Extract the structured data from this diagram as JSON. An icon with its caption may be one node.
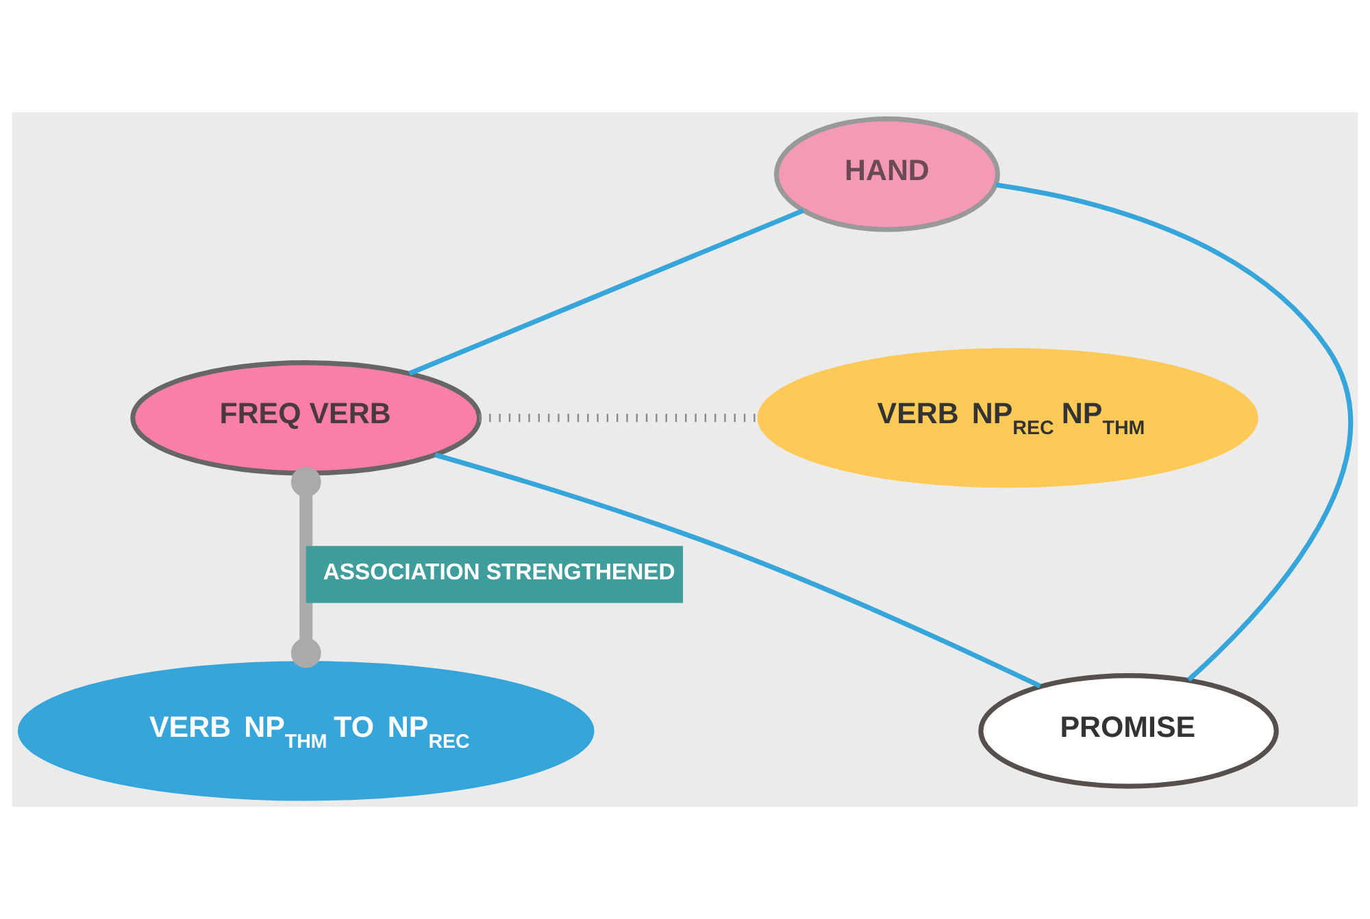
{
  "diagram": {
    "nodes": [
      {
        "text": [
          "HAND"
        ]
      },
      {
        "text": [
          "VERB NP$_{REC}$ NP$_{THM}$"
        ]
      },
      {
        "text": [
          "FREQ VERB"
        ]
      },
      {
        "text": [
          "PROMISE"
        ]
      },
      {
        "text": [
          "VERB NP$_{THM}$ TO NP$_{REC}$"
        ]
      }
    ],
    "edges": [
      {
        "from": 0,
        "to": 2,
        "arrow": "none"
      },
      {
        "from": 0,
        "to": 3,
        "arrow": "none"
      },
      {
        "from": 2,
        "to": 1,
        "arrow": "none",
        "style": "dashed",
        "color": "#888888"
      },
      {
        "from": 2,
        "to": 3,
        "arrow": "none"
      },
      {
        "from": 2,
        "to": 4,
        "arrow": "other",
        "style": "thick",
        "color": "#aaaaaa",
        "label": "ASSOCIATION STRENGTHENED"
      }
    ]
  }
}
